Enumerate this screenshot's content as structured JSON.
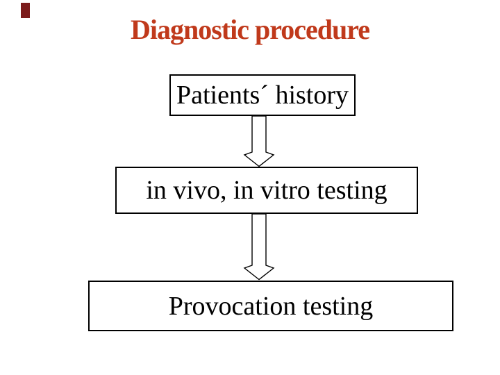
{
  "slide": {
    "title": "Diagnostic procedure",
    "diagram": {
      "type": "flowchart",
      "direction": "top-down",
      "nodes": [
        {
          "id": "patients-history",
          "label": "Patients´ history"
        },
        {
          "id": "in-vivo-in-vitro",
          "label": "in vivo, in vitro testing"
        },
        {
          "id": "provocation",
          "label": "Provocation testing"
        }
      ],
      "edges": [
        {
          "from": "patients-history",
          "to": "in-vivo-in-vitro",
          "style": "block-down-arrow-outline"
        },
        {
          "from": "in-vivo-in-vitro",
          "to": "provocation",
          "style": "block-down-arrow-outline"
        }
      ]
    },
    "colors": {
      "background": "#ffffff",
      "title_text": "#c0391b",
      "box_border": "#000000",
      "box_fill": "#ffffff",
      "box_text": "#000000",
      "arrow_outline": "#000000",
      "arrow_fill": "#ffffff",
      "corner_marker": "#7b1b1b"
    }
  }
}
